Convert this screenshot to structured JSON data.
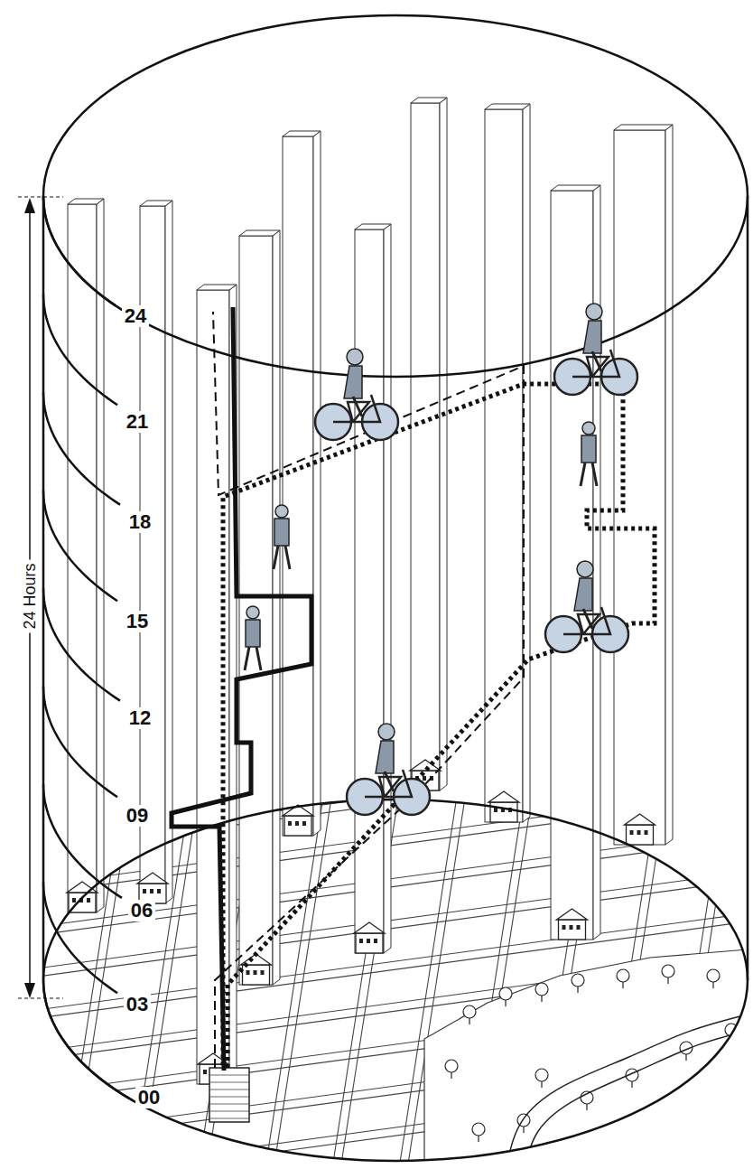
{
  "diagram": {
    "labels": [
      "24 Hours",
      "24",
      "21",
      "18",
      "15",
      "12",
      "09",
      "06",
      "03",
      "00"
    ]
  }
}
